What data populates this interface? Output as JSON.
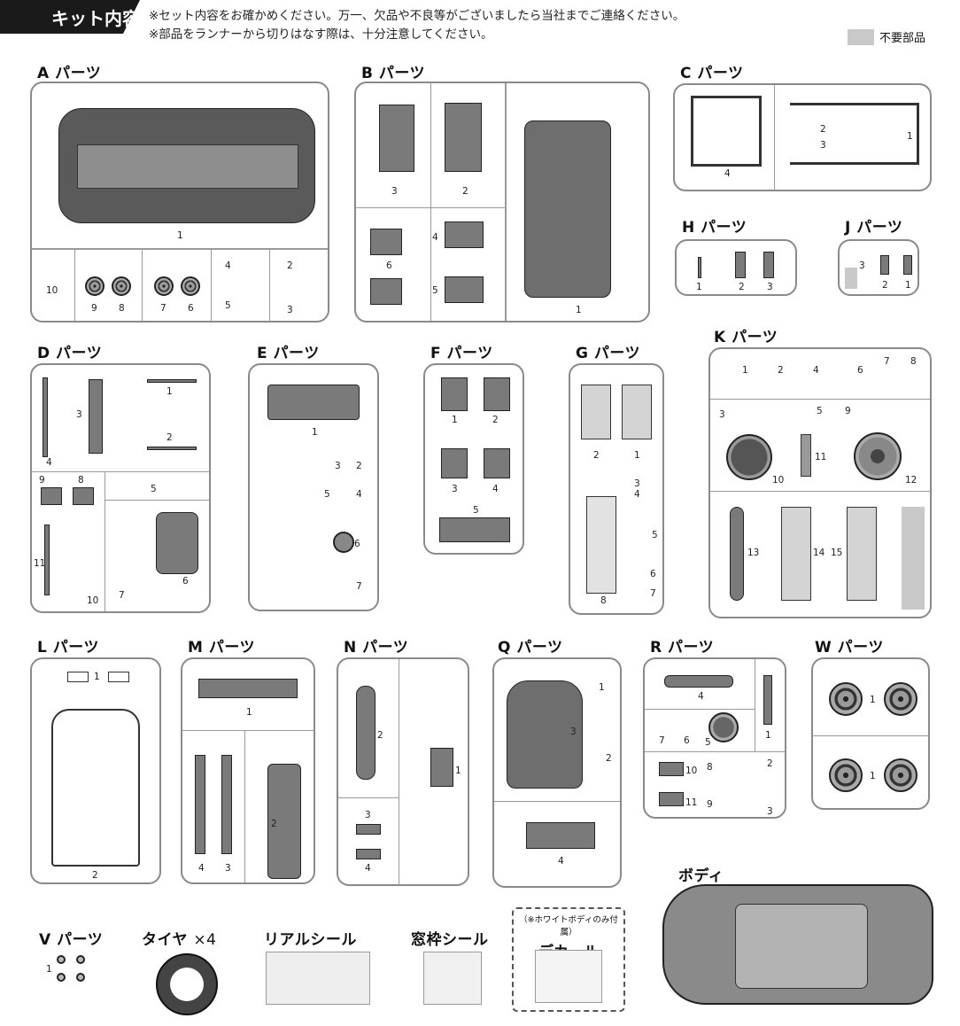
{
  "header": {
    "title": "キット内容",
    "notes": [
      "※セット内容をお確かめください。万一、欠品や不良等がございましたら当社までご連絡ください。",
      "※部品をランナーから切りはなす際は、十分注意してください。"
    ],
    "legend_label": "不要部品"
  },
  "sections": {
    "A": "A パーツ",
    "B": "B パーツ",
    "C": "C パーツ",
    "H": "H パーツ",
    "J": "J パーツ",
    "D": "D パーツ",
    "E": "E パーツ",
    "F": "F パーツ",
    "G": "G パーツ",
    "K": "K パーツ",
    "L": "L パーツ",
    "M": "M パーツ",
    "N": "N パーツ",
    "Q": "Q パーツ",
    "R": "R パーツ",
    "W": "W パーツ",
    "body": "ボディ",
    "V": "V パーツ"
  },
  "extras": {
    "tire": "タイヤ",
    "tire_qty": "×4",
    "real_seal": "リアルシール",
    "window_seal": "窓枠シール",
    "decal_note": "（※ホワイトボディのみ付属）",
    "decal": "デカール"
  },
  "numbers": {
    "one": "1",
    "two": "2",
    "three": "3",
    "four": "4",
    "five": "5",
    "six": "6",
    "seven": "7",
    "eight": "8",
    "nine": "9",
    "ten": "10",
    "eleven": "11",
    "twelve": "12",
    "thirteen": "13",
    "fourteen": "14",
    "fifteen": "15"
  },
  "colors": {
    "unneeded_part": "#c9c9c9",
    "ink": "#1a1a1a"
  }
}
